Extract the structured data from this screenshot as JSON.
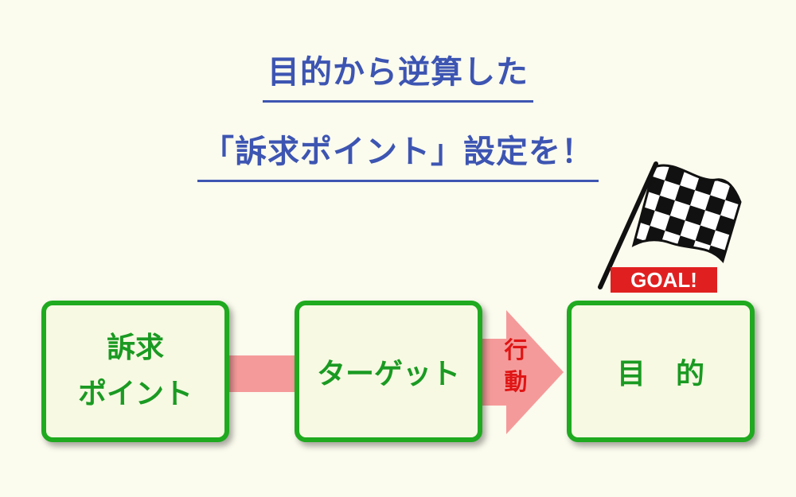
{
  "title": {
    "line1": "目的から逆算した",
    "line2": "「訴求ポイント」設定を！"
  },
  "boxes": {
    "appeal_line1": "訴求",
    "appeal_line2": "ポイント",
    "target": "ターゲット",
    "purpose": "目的"
  },
  "action_label_line1": "行",
  "action_label_line2": "動",
  "goal_badge": "GOAL!",
  "colors": {
    "background": "#fbfbee",
    "title": "#3d55b2",
    "box_border": "#1faa1f",
    "box_text": "#1a9a22",
    "connector": "#f59a9a",
    "action_text": "#e01515",
    "goal_badge": "#e02020"
  },
  "icons": [
    "checkered-flag-icon"
  ]
}
